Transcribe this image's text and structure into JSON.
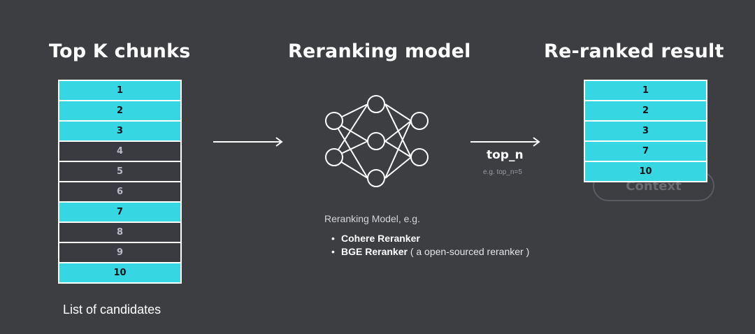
{
  "left": {
    "title": "Top K chunks",
    "chunks": [
      {
        "label": "1",
        "highlighted": true
      },
      {
        "label": "2",
        "highlighted": true
      },
      {
        "label": "3",
        "highlighted": true
      },
      {
        "label": "4",
        "highlighted": false
      },
      {
        "label": "5",
        "highlighted": false
      },
      {
        "label": "6",
        "highlighted": false
      },
      {
        "label": "7",
        "highlighted": true
      },
      {
        "label": "8",
        "highlighted": false
      },
      {
        "label": "9",
        "highlighted": false
      },
      {
        "label": "10",
        "highlighted": true
      }
    ],
    "caption": "List of candidates"
  },
  "middle": {
    "title": "Reranking model",
    "icon": "neural-network-icon",
    "description": "Reranking Model, e.g.",
    "models": [
      {
        "name": "Cohere Reranker",
        "note": ""
      },
      {
        "name": "BGE Reranker",
        "note": " ( a open-sourced reranker )"
      }
    ]
  },
  "connector": {
    "label": "top_n",
    "example": "e.g. top_n=5"
  },
  "right": {
    "title": "Re-ranked result",
    "chunks": [
      "1",
      "2",
      "3",
      "7",
      "10"
    ],
    "ghost_label": "Context"
  },
  "colors": {
    "background": "#3d3e42",
    "highlight": "#36d7e2",
    "dim_cell": "#3a3b40",
    "line": "#ffffff"
  }
}
